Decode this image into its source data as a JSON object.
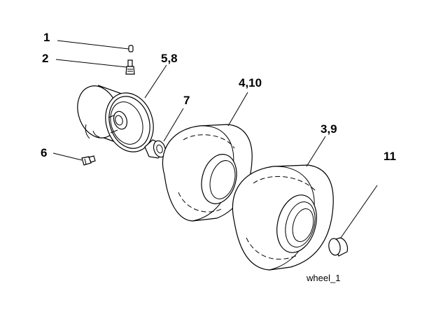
{
  "callouts": {
    "c1": "1",
    "c2": "2",
    "c5_8": "5,8",
    "c6": "6",
    "c7": "7",
    "c4_10": "4,10",
    "c3_9": "3,9",
    "c11": "11"
  },
  "caption": "wheel_1"
}
